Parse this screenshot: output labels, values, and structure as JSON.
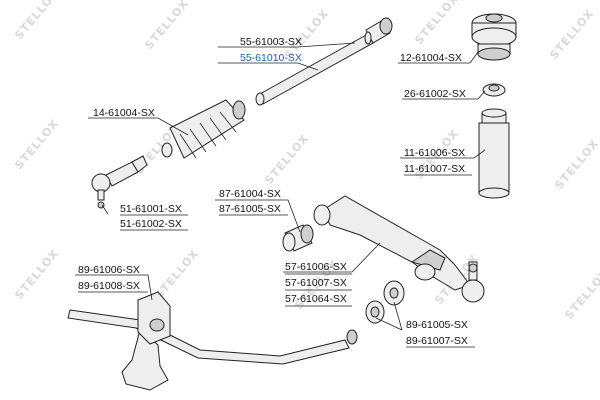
{
  "watermark": "STELLOX",
  "labels": {
    "p55_61003": "55-61003-SX",
    "p55_61010": "55-61010-SX",
    "p12_61004": "12-61004-SX",
    "p14_61004": "14-61004-SX",
    "p26_61002": "26-61002-SX",
    "p11_61006": "11-61006-SX",
    "p11_61007": "11-61007-SX",
    "p51_61001": "51-61001-SX",
    "p51_61002": "51-61002-SX",
    "p87_61004": "87-61004-SX",
    "p87_61005": "87-61005-SX",
    "p89_61006": "89-61006-SX",
    "p89_61008": "89-61008-SX",
    "p57_61006": "57-61006-SX",
    "p57_61007": "57-61007-SX",
    "p57_61064": "57-61064-SX",
    "p89_61005": "89-61005-SX",
    "p89_61007": "89-61007-SX"
  },
  "colors": {
    "highlight": "#1f5fb0",
    "watermark": "#d9d9d9"
  }
}
